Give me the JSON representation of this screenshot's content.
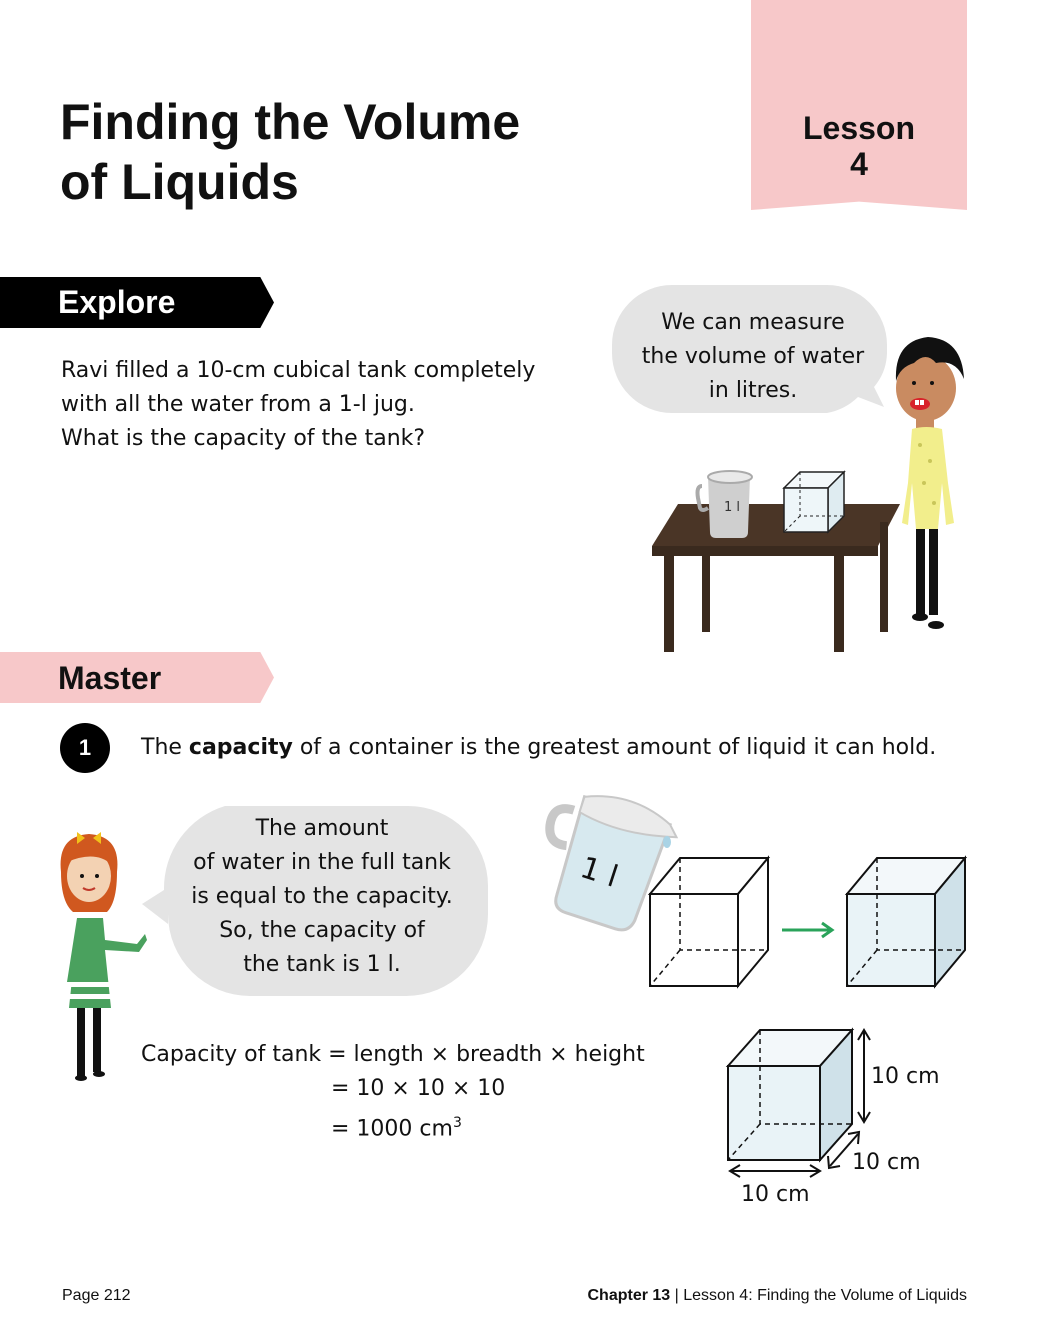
{
  "header": {
    "title_line1": "Finding the Volume",
    "title_line2": "of Liquids",
    "lesson_word": "Lesson",
    "lesson_number": "4"
  },
  "explore": {
    "heading": "Explore",
    "lines": [
      "Ravi filled a 10-cm cubical tank completely",
      "with all the water from a 1-l jug.",
      "What is the capacity of the tank?"
    ],
    "bubble_lines": [
      "We can measure",
      "the volume of water",
      "in litres."
    ],
    "jug_label": "1 l"
  },
  "master": {
    "heading": "Master",
    "step_number": "1",
    "step_text_before": "The ",
    "step_text_bold": "capacity",
    "step_text_after": " of a container is the greatest amount of liquid it can hold.",
    "bubble_lines": [
      "The amount",
      "of water in the full tank",
      "is equal to the capacity.",
      "So, the capacity of",
      "the tank is 1 l."
    ],
    "jug_label": "1 l",
    "formula_line1": "Capacity of tank = length × breadth × height",
    "formula_line2": "= 10 × 10 × 10",
    "formula_line3_value": "= 1000 cm",
    "formula_line3_exp": "3",
    "dim_height": "10 cm",
    "dim_depth": "10 cm",
    "dim_width": "10 cm"
  },
  "footer": {
    "page": "Page 212",
    "chapter": "Chapter 13",
    "separator": "|",
    "lesson": "Lesson 4: Finding the Volume of Liquids"
  },
  "colors": {
    "pink": "#f7c8c9",
    "bubble_grey": "#e4e4e4",
    "arrow_green": "#2aa35a",
    "water_blue": "#d7e9ef",
    "table_brown": "#4a3526"
  }
}
